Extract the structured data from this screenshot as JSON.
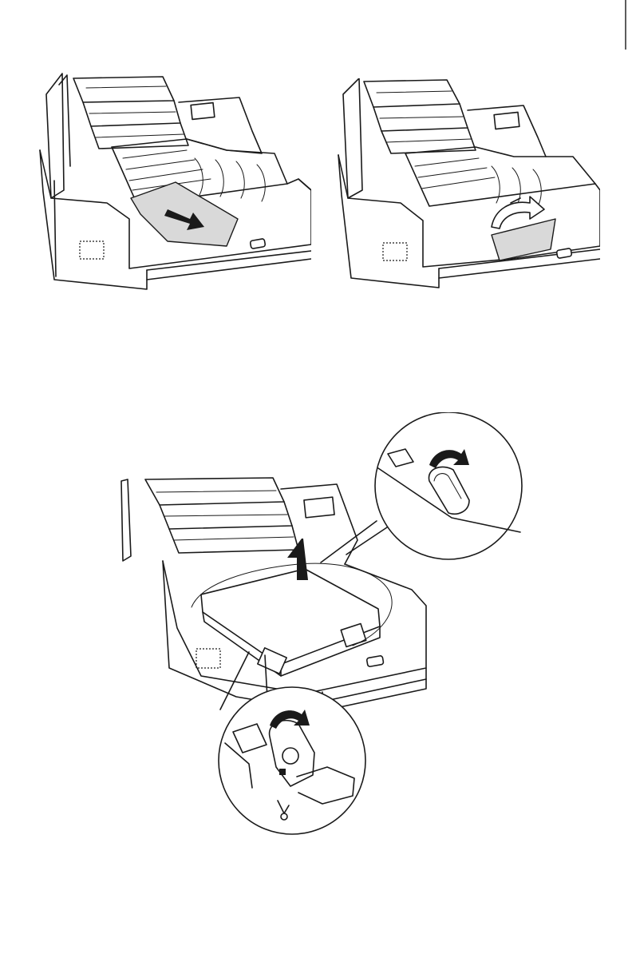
{
  "figures": [
    {
      "id": "fig-a",
      "icons": [
        "arrow-pull-icon"
      ]
    },
    {
      "id": "fig-b",
      "icons": [
        "arrow-curved-icon"
      ]
    },
    {
      "id": "fig-c",
      "icons": [
        "arrow-up-icon",
        "arrow-rotate-icon",
        "arrow-rotate-icon"
      ]
    }
  ],
  "colors": {
    "line": "#1a1a1a",
    "paper": "#d9d9d9",
    "background": "#ffffff"
  }
}
